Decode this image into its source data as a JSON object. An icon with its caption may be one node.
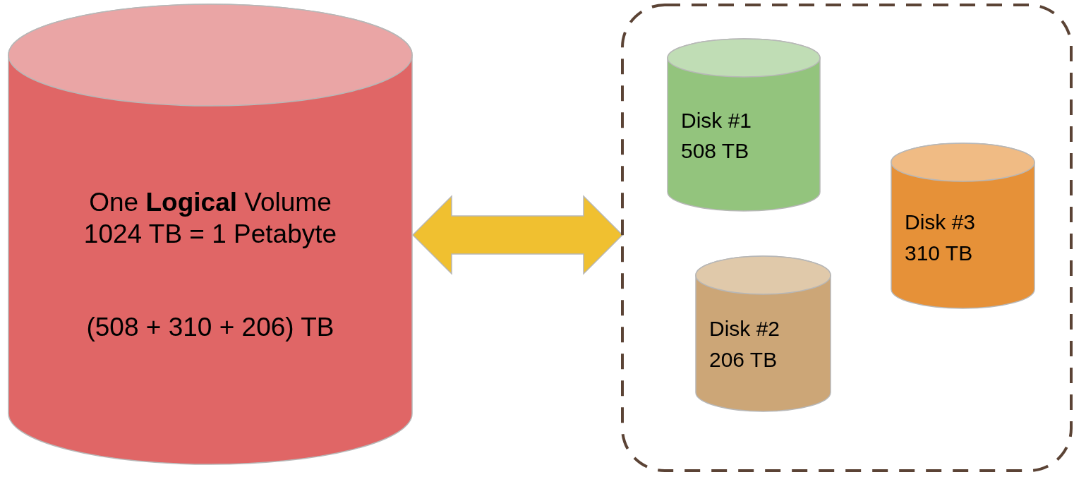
{
  "diagram": {
    "nodes": [
      {
        "text": [
          "One **Logical** Volume 1024 TB = 1 Petabyte",
          "(508 + 310 + 206) TB"
        ]
      },
      {
        "text": [],
        "shape": "box"
      },
      {
        "text": [
          "Disk #1",
          "508 TB"
        ],
        "in": 1
      },
      {
        "text": [
          "Disk #3",
          "310 TB"
        ],
        "in": 1
      },
      {
        "text": [
          "Disk #2",
          "206 TB"
        ],
        "in": 1
      }
    ],
    "edges": [
      {
        "from": 0,
        "to": 1,
        "arrow": "both",
        "style": "thick",
        "color": "#f0c030"
      }
    ]
  }
}
